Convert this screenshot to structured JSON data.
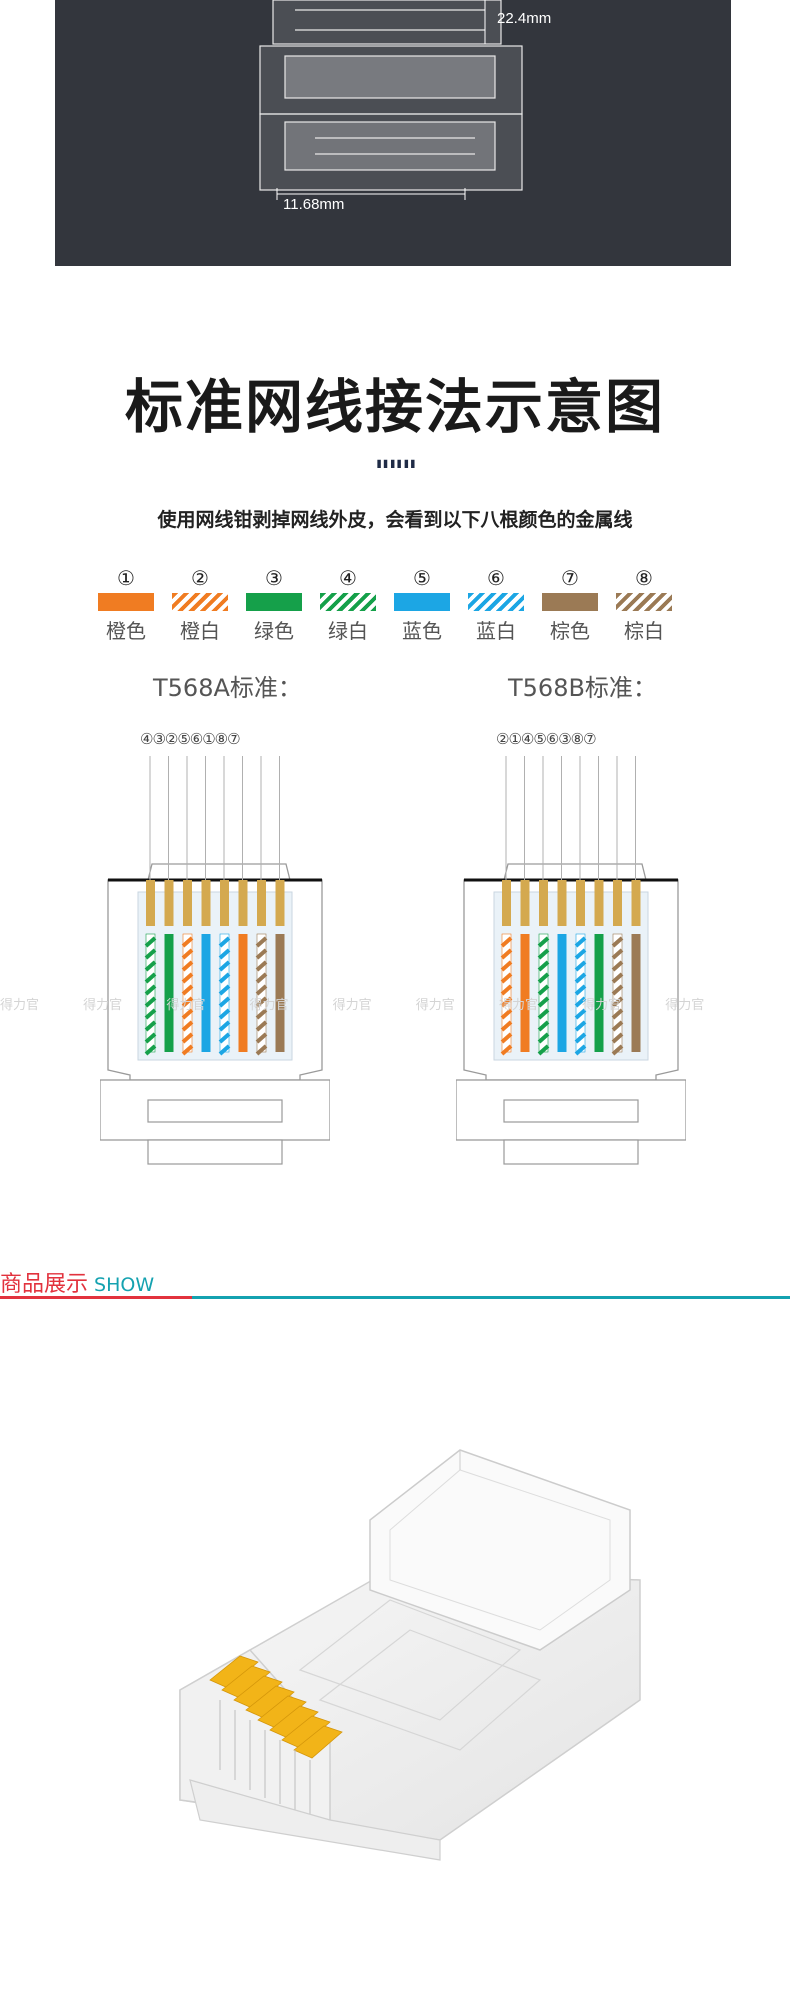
{
  "banner": {
    "height_label": "22.4mm",
    "width_label": "11.68mm"
  },
  "diagram": {
    "title": "标准网线接法示意图",
    "quote_mark": "\"\"\"",
    "subtitle": "使用网线钳剥掉网线外皮，会看到以下八根颜色的金属线",
    "wires": [
      {
        "num": "①",
        "name": "橙色",
        "color": "#f07c22",
        "striped": false
      },
      {
        "num": "②",
        "name": "橙白",
        "color": "#f07c22",
        "striped": true
      },
      {
        "num": "③",
        "name": "绿色",
        "color": "#15a04a",
        "striped": false
      },
      {
        "num": "④",
        "name": "绿白",
        "color": "#15a04a",
        "striped": true
      },
      {
        "num": "⑤",
        "name": "蓝色",
        "color": "#1ca6e4",
        "striped": false
      },
      {
        "num": "⑥",
        "name": "蓝白",
        "color": "#1ca6e4",
        "striped": true
      },
      {
        "num": "⑦",
        "name": "棕色",
        "color": "#9b7a55",
        "striped": false
      },
      {
        "num": "⑧",
        "name": "棕白",
        "color": "#9b7a55",
        "striped": true
      }
    ],
    "t568a_label": "T568A标准：",
    "t568b_label": "T568B标准：",
    "t568a_order": "④③②⑤⑥①⑧⑦",
    "t568b_order": "②①④⑤⑥③⑧⑦",
    "watermark": "得力官"
  },
  "show": {
    "title_cn": "商品展示",
    "title_en": "SHOW"
  },
  "colors": {
    "accent_red": "#e2323d",
    "accent_teal": "#14a2b0",
    "banner_bg": "#33363d",
    "pin_gold": "#d4a94f"
  }
}
